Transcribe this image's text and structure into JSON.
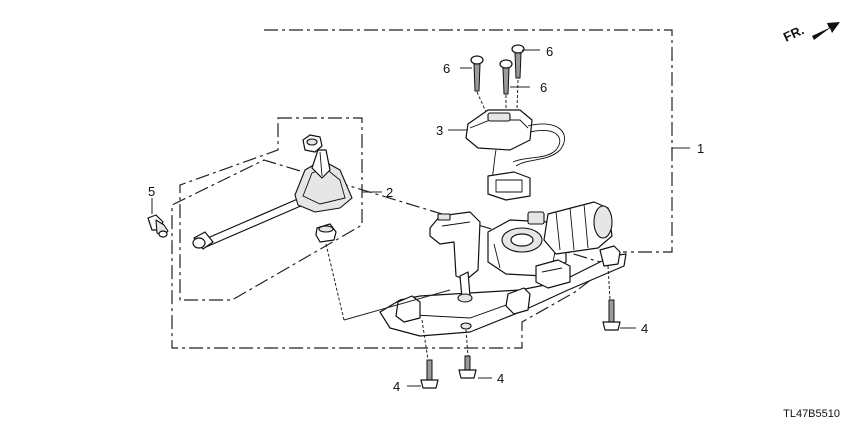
{
  "direction_marker": {
    "label": "FR.",
    "icon": "forward-arrow-icon"
  },
  "callouts": {
    "assembly": "1",
    "cable": "2",
    "sensor": "3",
    "bolt_right": "4",
    "bolt_left": "4",
    "bolt_center": "4",
    "pin": "5",
    "screw_top": "6",
    "screw_left": "6",
    "screw_right": "6"
  },
  "diagram_code": "TL47B5510"
}
